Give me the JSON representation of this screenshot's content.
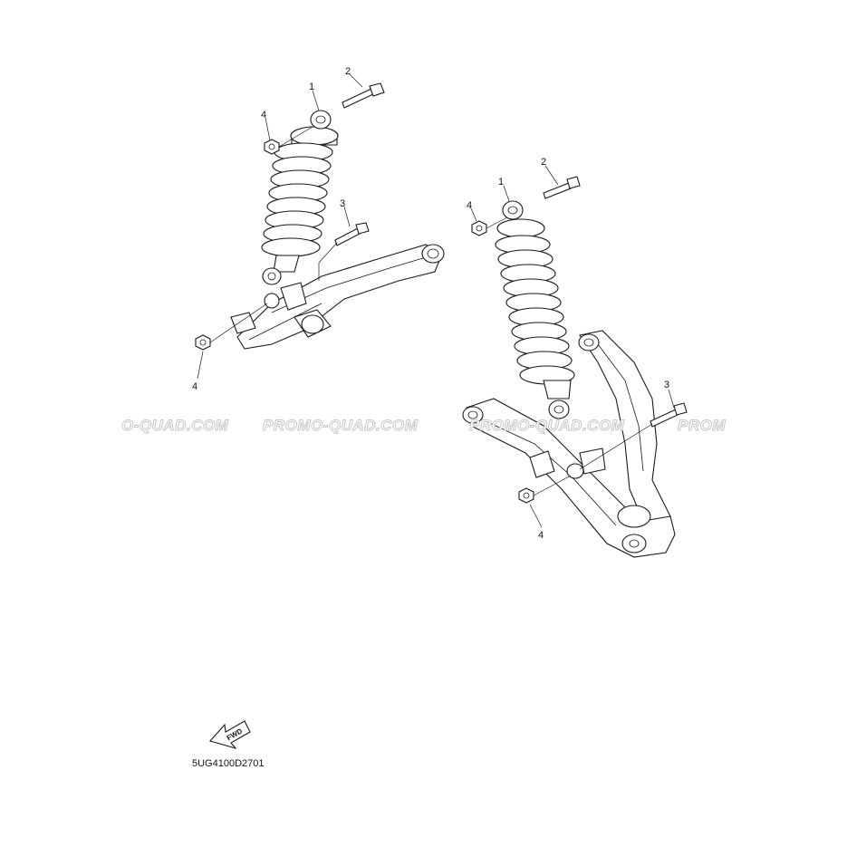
{
  "callouts": {
    "left_1": "1",
    "left_2": "2",
    "left_3": "3",
    "left_4a": "4",
    "left_4b": "4",
    "right_1": "1",
    "right_2": "2",
    "right_3": "3",
    "right_4a": "4",
    "right_4b": "4"
  },
  "watermark": {
    "w1": "O-QUAD.COM",
    "w2": "PROMO-QUAD.COM",
    "w3": "PROMO-QUAD.COM",
    "w4": "PROM"
  },
  "fwd_label": "FWD",
  "diagram_code": "5UG4100D2701"
}
